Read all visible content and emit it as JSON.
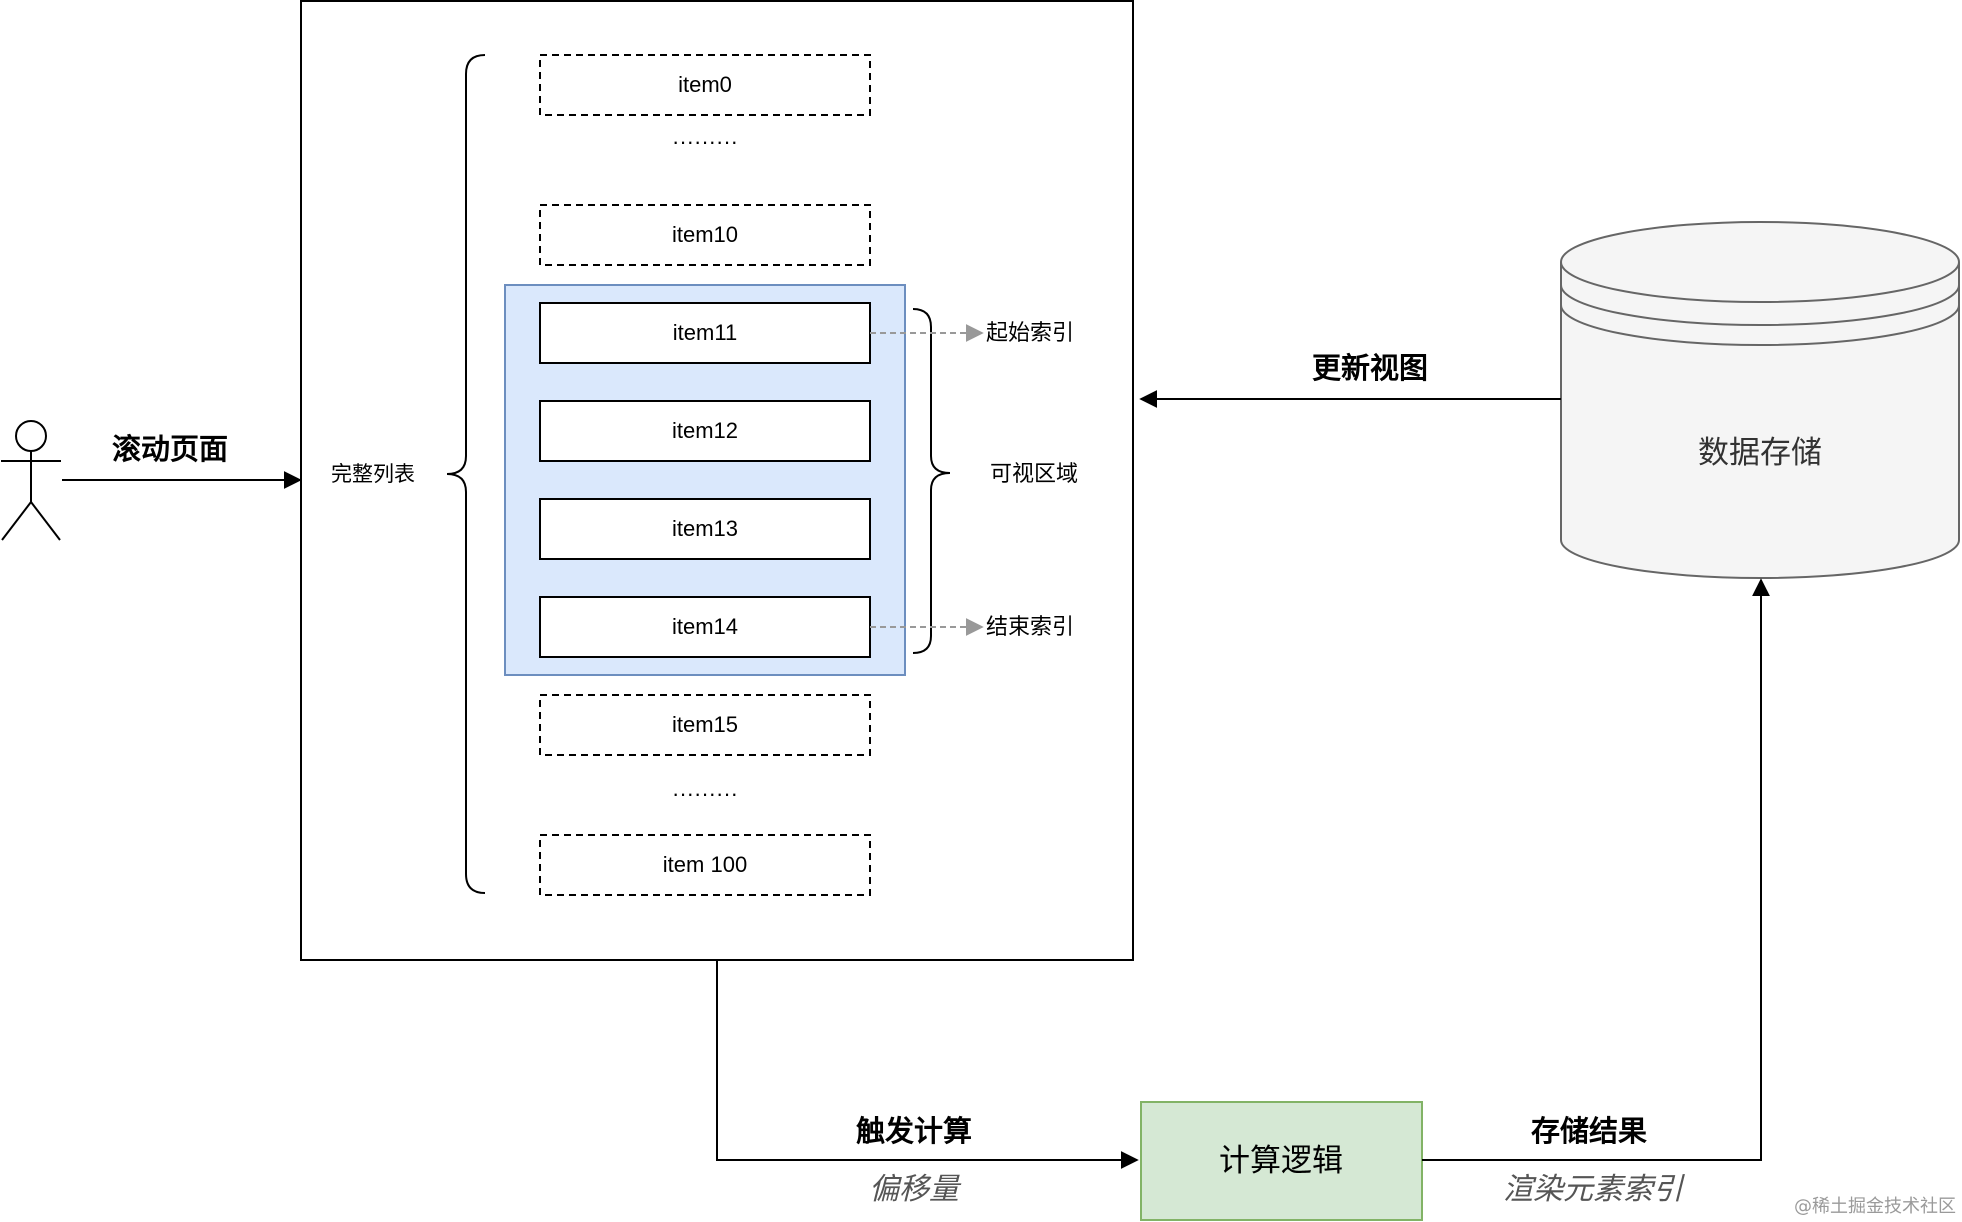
{
  "actor": {
    "icon": "stick-figure-icon",
    "action_label": "滚动页面"
  },
  "list_container": {
    "full_list_label": "完整列表",
    "items": {
      "item0": "item0",
      "ellipsis_top": "·········",
      "item10": "item10",
      "item11": "item11",
      "item12": "item12",
      "item13": "item13",
      "item14": "item14",
      "item15": "item15",
      "ellipsis_bottom": "·········",
      "item100": "item 100"
    },
    "visible_area_label": "可视区域",
    "start_index_label": "起始索引",
    "end_index_label": "结束索引"
  },
  "storage": {
    "label": "数据存储",
    "update_view_label": "更新视图"
  },
  "logic": {
    "label": "计算逻辑",
    "trigger_label": "触发计算",
    "offset_label": "偏移量",
    "store_result_label": "存储结果",
    "render_index_label": "渲染元素索引"
  },
  "watermark": "@稀土掘金技术社区",
  "colors": {
    "visible_fill": "#dae8fc",
    "visible_stroke": "#6c8ebf",
    "logic_fill": "#d5e8d4",
    "logic_stroke": "#82b366",
    "storage_fill": "#f5f5f5",
    "storage_stroke": "#666666",
    "dashed_arrow": "#999999"
  }
}
